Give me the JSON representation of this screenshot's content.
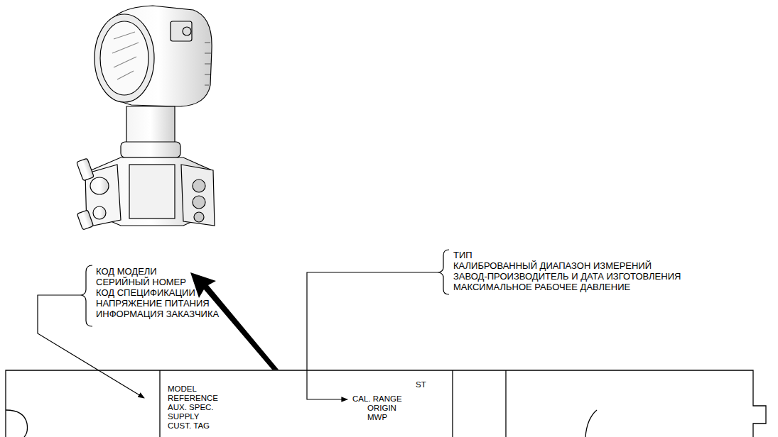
{
  "diagram": {
    "labels": [
      "КОД МОДЕЛИ",
      "СЕРИЙНЫЙ НОМЕР",
      "КОД СПЕЦИФИКАЦИИ",
      "НАПРЯЖЕНИЕ ПИТАНИЯ",
      "ИНФОРМАЦИЯ ЗАКАЗЧИКА",
      "ТИП",
      "КАЛИБРОВАННЫЙ ДИАПАЗОН ИЗМЕРЕНИЙ",
      "ЗАВОД-ПРОИЗВОДИТЕЛЬ И ДАТА ИЗГОТОВЛЕНИЯ",
      "МАКСИМАЛЬНОЕ РАБОЧЕЕ ДАВЛЕНИЕ",
      "MODEL",
      "REFERENCE",
      "AUX. SPEC.",
      "SUPPLY",
      "CUST. TAG",
      "ST",
      "CAL. RANGE",
      "ORIGIN",
      "MWP"
    ]
  }
}
